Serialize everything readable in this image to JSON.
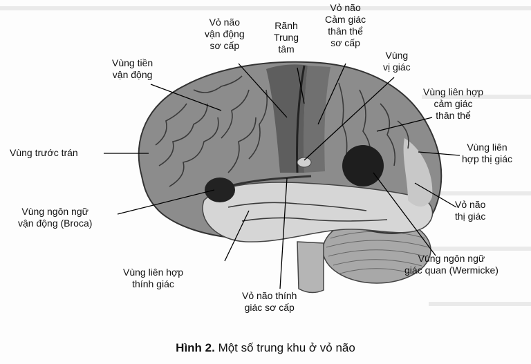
{
  "labels": {
    "motor_primary": [
      "Vỏ não",
      "vận động",
      "sơ cấp"
    ],
    "central_sulcus": [
      "Rãnh",
      "Trung",
      "tâm"
    ],
    "somato_primary": [
      "Vỏ não",
      "Cảm giác",
      "thân thể",
      "sơ cấp"
    ],
    "premotor": [
      "Vùng tiền",
      "vận động"
    ],
    "taste": [
      "Vùng",
      "vị giác"
    ],
    "somato_assoc": [
      "Vùng liên hợp",
      "cảm giác",
      "thân thể"
    ],
    "prefrontal": [
      "Vùng trước trán"
    ],
    "visual_assoc": [
      "Vùng liên",
      "hợp thị giác"
    ],
    "broca": [
      "Vùng ngôn ngữ",
      "vận động (Broca)"
    ],
    "visual_cortex": [
      "Vỏ não",
      "thị giác"
    ],
    "wernicke": [
      "Vùng ngôn ngữ",
      "giác quan (Wermicke)"
    ],
    "auditory_assoc": [
      "Vùng liên hợp",
      "thính giác"
    ],
    "auditory_cortex": [
      "Vỏ não thính",
      "giác sơ cấp"
    ]
  },
  "caption": {
    "number": "Hình 2.",
    "text": " Một số trung khu ở vỏ não"
  }
}
